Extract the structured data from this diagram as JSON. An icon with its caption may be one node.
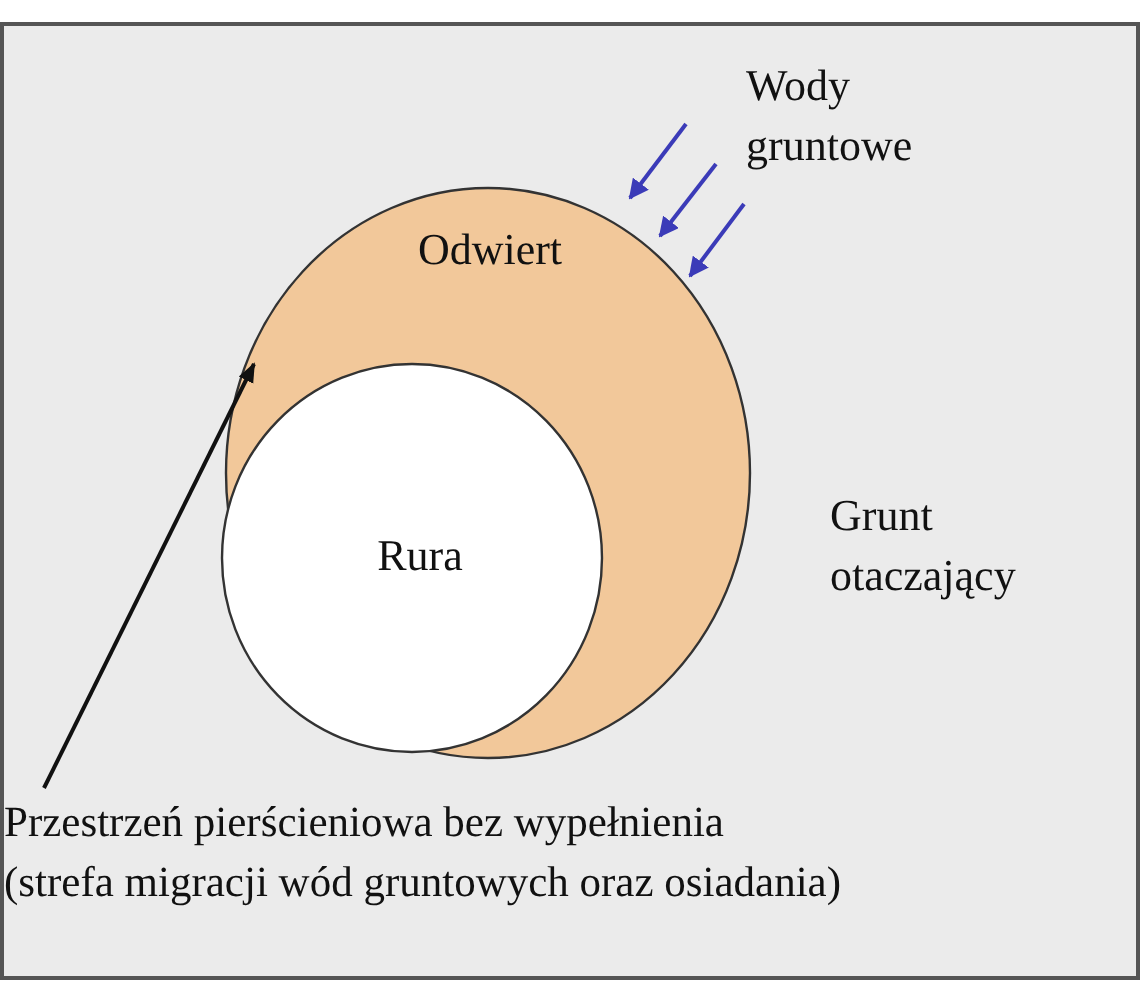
{
  "diagram": {
    "nodes": [
      {
        "text": [
          "Odwiert"
        ]
      },
      {
        "text": [
          "Rura"
        ],
        "in": 0
      },
      {
        "text": [
          "Przestrzeń pierścieniowa bez wypełnienia",
          "(strefa migracji wód gruntowych oraz osiadania)"
        ]
      }
    ],
    "edges": [
      {
        "from": 2,
        "to": 0,
        "arrow": "to"
      }
    ],
    "labels": [
      "Wody gruntowe",
      "Grunt otaczający"
    ]
  }
}
